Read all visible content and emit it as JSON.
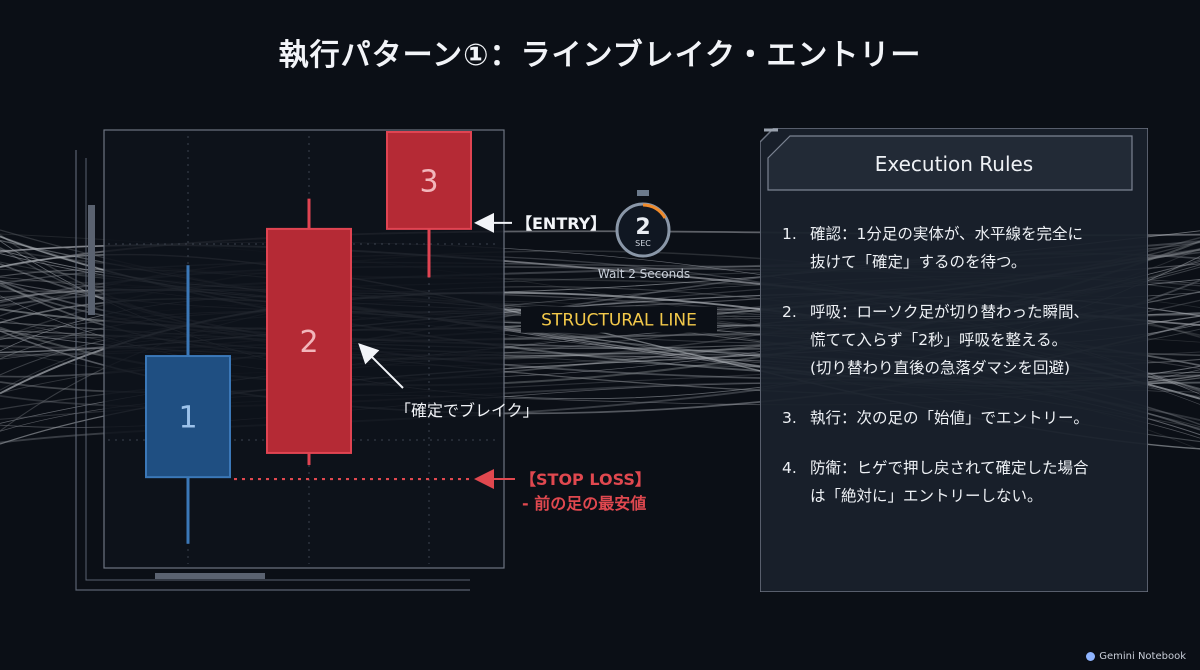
{
  "title": "執行パターン①：ラインブレイク・エントリー",
  "chart_data": {
    "type": "candlestick",
    "candles": [
      {
        "label": "1",
        "direction": "bullish",
        "open": 43,
        "close": 63,
        "high": 78,
        "low": 32
      },
      {
        "label": "2",
        "direction": "bearish",
        "open": 84,
        "close": 47,
        "high": 89,
        "low": 45
      },
      {
        "label": "3",
        "direction": "bearish",
        "open": 100,
        "close": 84,
        "high": 100,
        "low": 76
      }
    ],
    "ylim": [
      28,
      100
    ],
    "structural_line": {
      "label": "STRUCTURAL LINE",
      "value": 69
    },
    "stop_loss": {
      "value": 45
    },
    "annotations": {
      "entry": "【ENTRY】",
      "break": "「確定でブレイク」",
      "stop_loss_title": "【STOP LOSS】",
      "stop_loss_sub": "- 前の足の最安値"
    },
    "timer": {
      "number": "2",
      "unit": "SEC",
      "caption": "Wait 2 Seconds"
    },
    "colors": {
      "bullish": "#1f4f82",
      "bearish": "#b52a35",
      "line": "#f3c94a",
      "stop": "#e0484f"
    }
  },
  "panel": {
    "title": "Execution Rules",
    "rules": [
      {
        "num": "1.",
        "text": "確認：1分足の実体が、水平線を完全に\n抜けて「確定」するのを待つ。"
      },
      {
        "num": "2.",
        "text": "呼吸：ローソク足が切り替わった瞬間、\n慌てて入らず「2秒」呼吸を整える。\n(切り替わり直後の急落ダマシを回避)"
      },
      {
        "num": "3.",
        "text": "執行：次の足の「始値」でエントリー。"
      },
      {
        "num": "4.",
        "text": "防衛：ヒゲで押し戻されて確定した場合\nは「絶対に」エントリーしない。"
      }
    ]
  },
  "brand": {
    "icon": "gemini-icon",
    "label": "Gemini Notebook"
  }
}
